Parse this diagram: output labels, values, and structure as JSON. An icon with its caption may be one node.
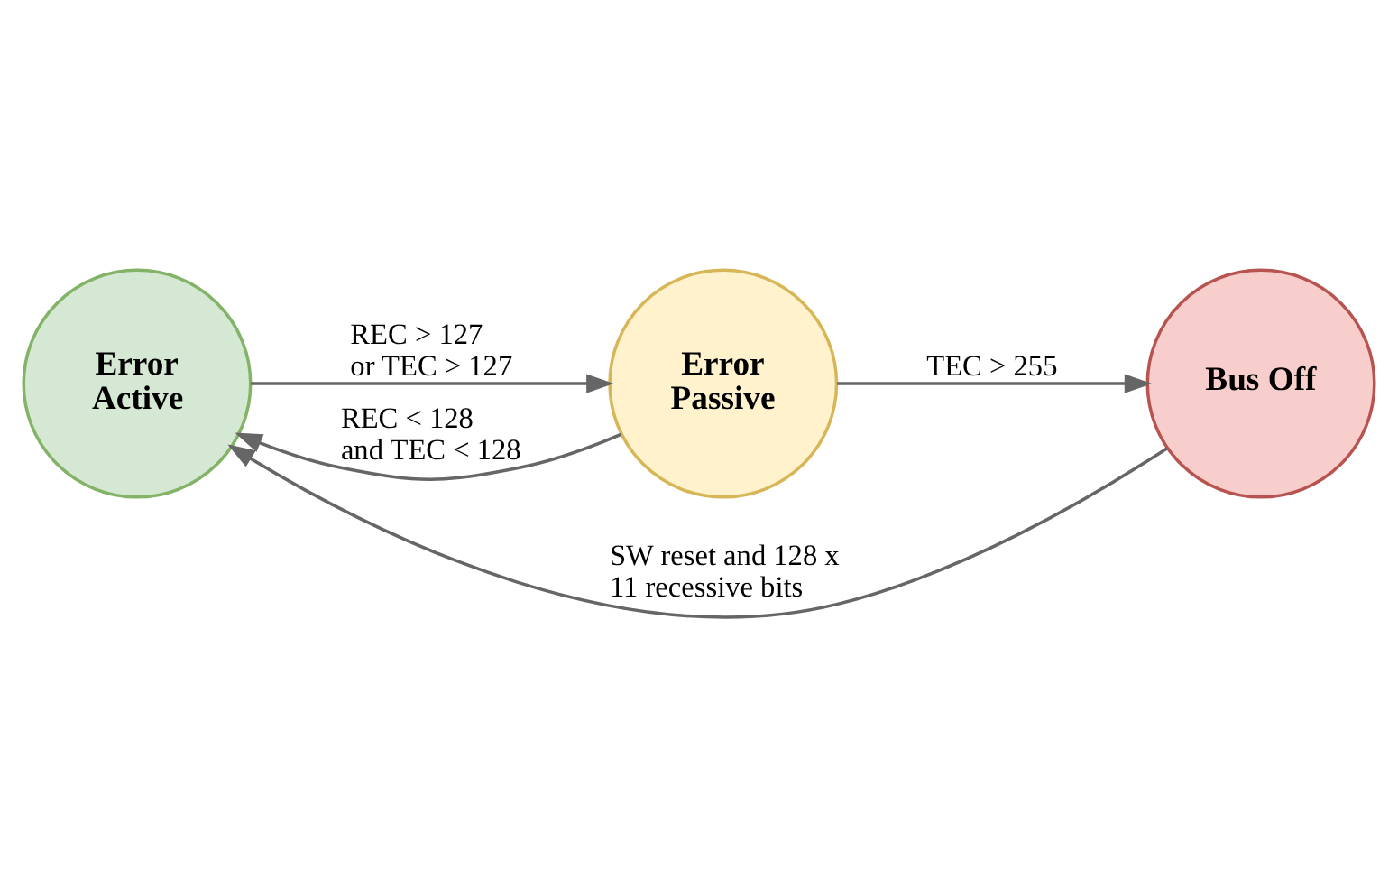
{
  "diagram": {
    "nodes": [
      {
        "text": [
          "Error Active"
        ]
      },
      {
        "text": [
          "Error Passive"
        ]
      },
      {
        "text": [
          "Bus Off"
        ]
      }
    ],
    "edges": [
      {
        "from": 0,
        "to": 1,
        "arrow": "to",
        "label": "REC > 127 or TEC > 127"
      },
      {
        "from": 1,
        "to": 2,
        "arrow": "to",
        "label": "TEC > 255"
      },
      {
        "from": 1,
        "to": 0,
        "arrow": "to",
        "label": "REC < 128 and TEC < 128"
      },
      {
        "from": 2,
        "to": 0,
        "arrow": "to",
        "label": "SW reset and 128 x 11 recessive bits"
      }
    ]
  }
}
